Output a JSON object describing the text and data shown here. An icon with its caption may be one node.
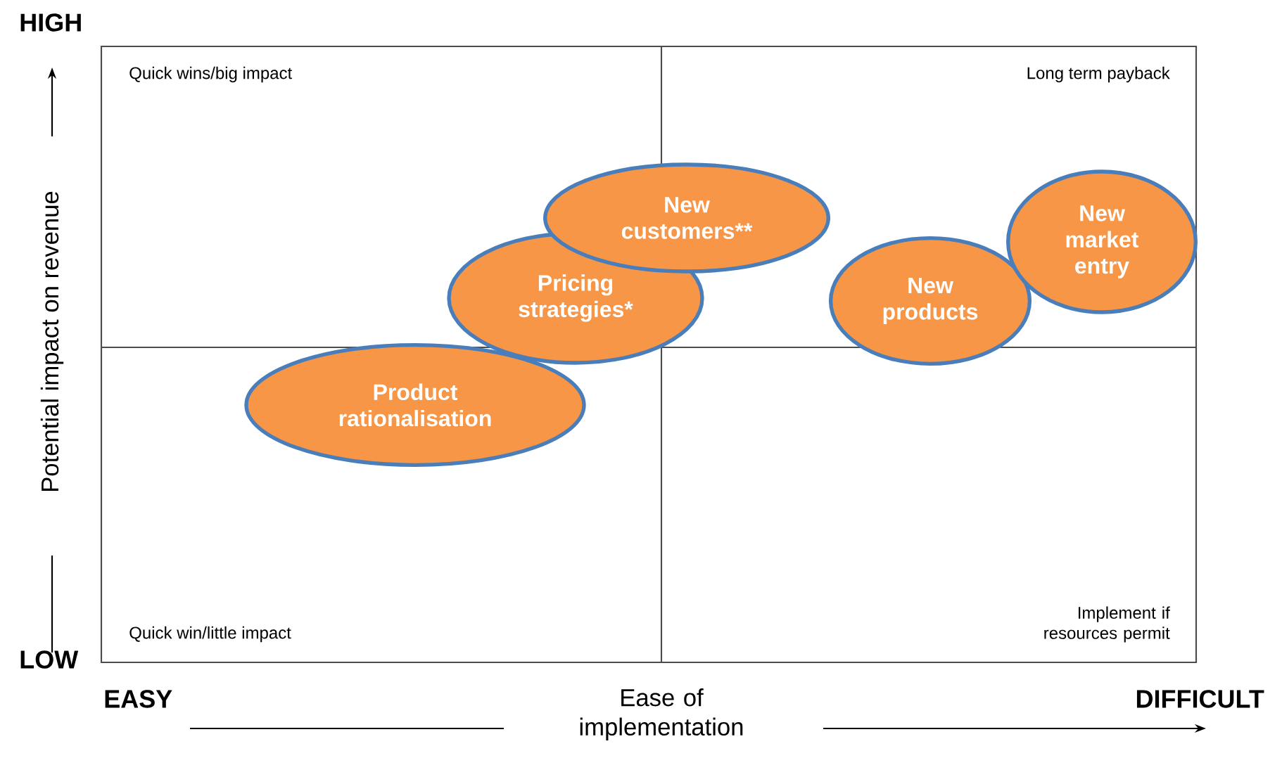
{
  "diagram": {
    "nodes": [
      {
        "text": [
          "New customers**"
        ]
      },
      {
        "text": [
          "New market entry"
        ]
      },
      {
        "text": [
          "Pricing strategies*"
        ]
      },
      {
        "text": [
          "New products"
        ]
      },
      {
        "text": [
          "Product rationalisation"
        ]
      }
    ],
    "labels": [
      "HIGH",
      "Quick wins/big impact",
      "Long term payback",
      "Potential impact on revenue",
      "Quick win/little impact",
      "Implement if resources permit",
      "LOW",
      "EASY",
      "Ease of implementation",
      "DIFFICULT"
    ]
  }
}
